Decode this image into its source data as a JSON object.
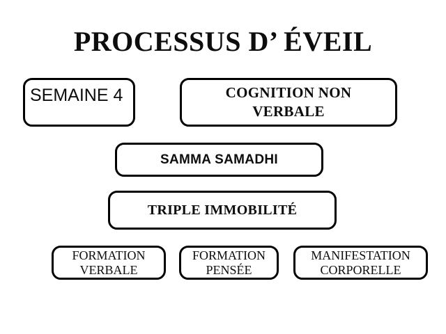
{
  "slide": {
    "background_color": "#ffffff",
    "text_color": "#0d0d0d",
    "border_color": "#000000",
    "title": "PROCESSUS D’ ÉVEIL"
  },
  "nodes": {
    "semaine": {
      "label": "SEMAINE 4"
    },
    "cognition": {
      "label": "COGNITION NON\nVERBALE"
    },
    "samma": {
      "label": "SAMMA SAMADHI"
    },
    "triple": {
      "label": "TRIPLE IMMOBILITÉ"
    },
    "formation_verbale": {
      "label": "FORMATION\nVERBALE"
    },
    "formation_pensee": {
      "label": "FORMATION\nPENSÉE"
    },
    "manifestation_corporelle": {
      "label": "MANIFESTATION\nCORPORELLE"
    }
  }
}
